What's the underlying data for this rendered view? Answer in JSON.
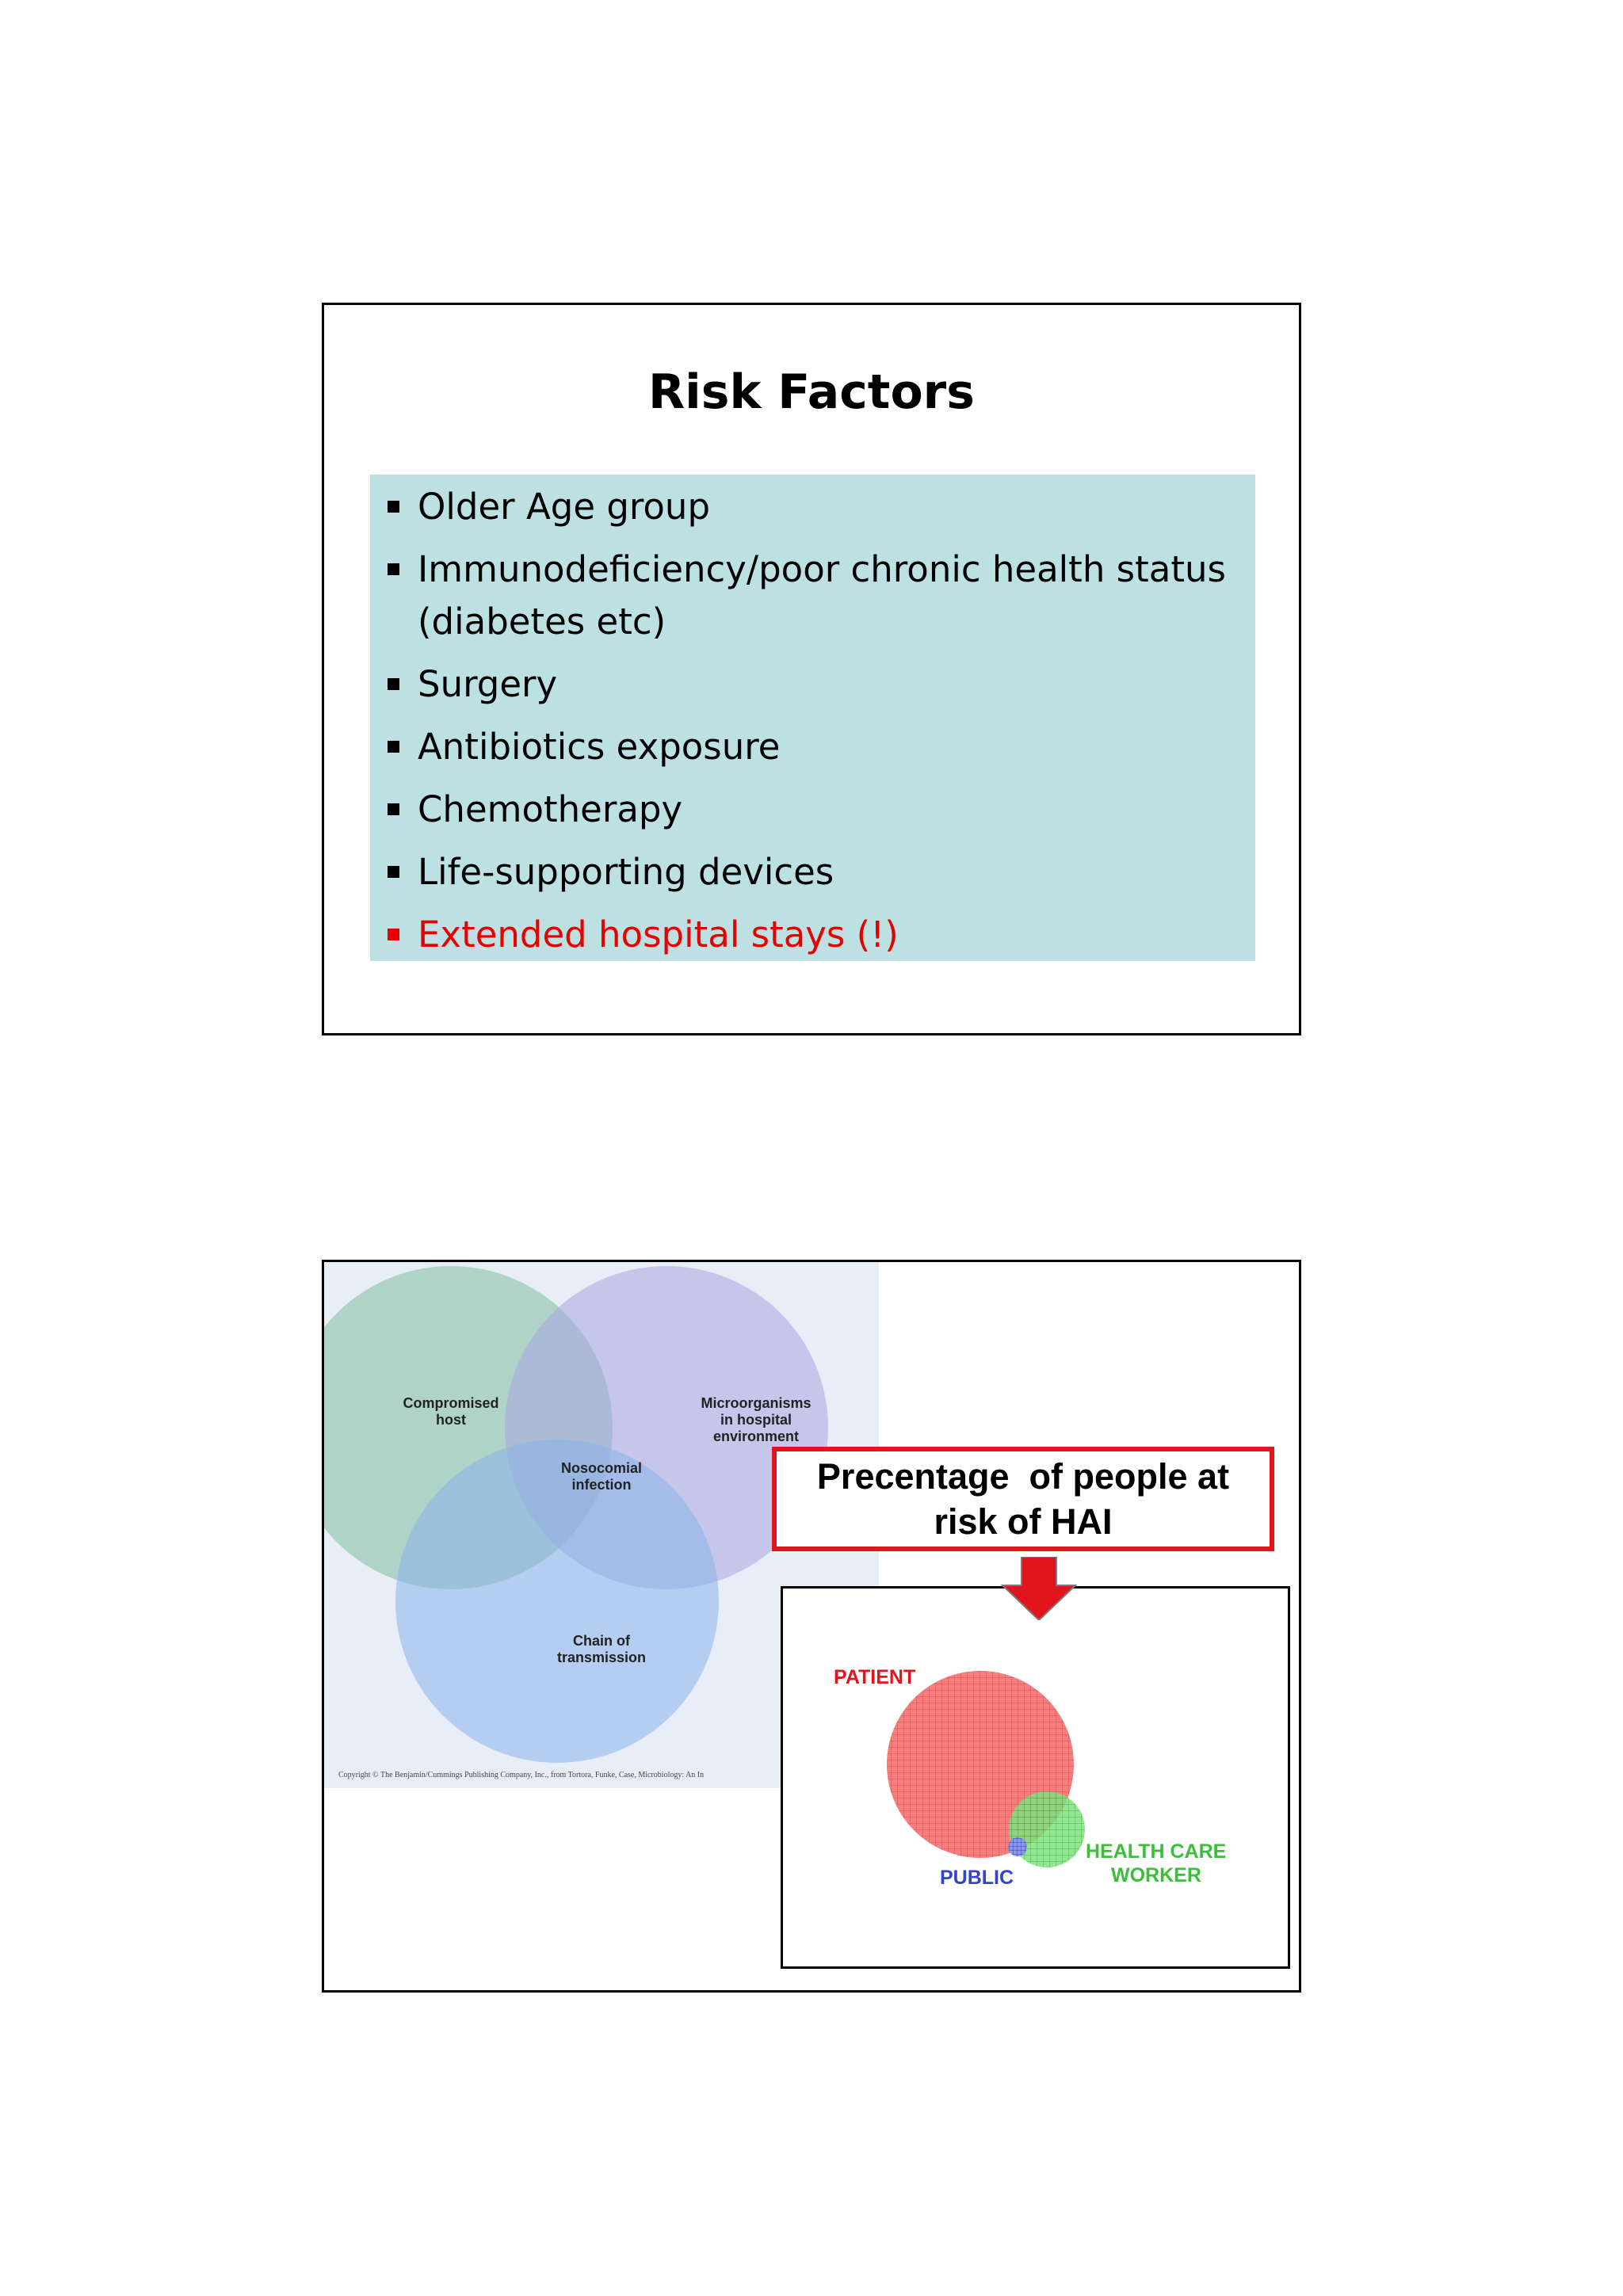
{
  "slide1": {
    "title": "Risk Factors",
    "bullets": [
      {
        "text": "Older Age group"
      },
      {
        "text": "Immunodeficiency/poor chronic health status",
        "text2": "(diabetes etc)"
      },
      {
        "text": "Surgery"
      },
      {
        "text": "Antibiotics exposure"
      },
      {
        "text": "Chemotherapy"
      },
      {
        "text": "Life-supporting devices"
      },
      {
        "text": "Extended hospital stays (!)",
        "highlight": true
      }
    ],
    "colors": {
      "box": "#bde0e3",
      "highlight": "#e60000"
    }
  },
  "slide2": {
    "venn": {
      "host": "Compromised\nhost",
      "host_l1": "Compromised",
      "host_l2": "host",
      "micro_l1": "Microorganisms",
      "micro_l2": "in hospital",
      "micro_l3": "environment",
      "center_l1": "Nosocomial",
      "center_l2": "infection",
      "chain_l1": "Chain of",
      "chain_l2": "transmission",
      "copyright": "Copyright © The Benjamin/Cummings Publishing Company, Inc., from Tortora, Funke, Case, Microbiology: An In"
    },
    "callout": {
      "line1": "Precentage  of people at",
      "line2": "risk of HAI"
    },
    "hai": {
      "patient": "PATIENT",
      "health_l1": "HEALTH CARE",
      "health_l2": "WORKER",
      "public": "PUBLIC"
    },
    "colors": {
      "callout_border": "#e2141c",
      "patient": "#f25a5a",
      "health_care_worker": "#5fd35f",
      "public": "#3344cc"
    }
  }
}
